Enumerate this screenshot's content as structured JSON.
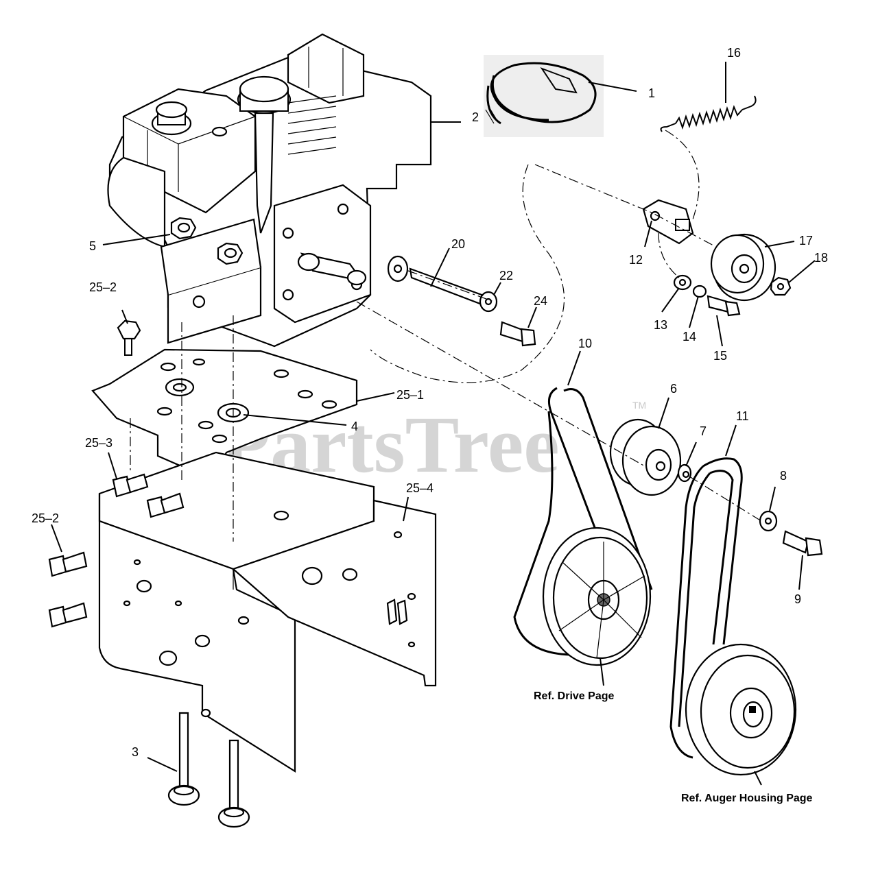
{
  "watermark": {
    "text": "PartsTree",
    "trademark": "TM"
  },
  "callouts": [
    {
      "id": "1",
      "label": "1"
    },
    {
      "id": "2",
      "label": "2"
    },
    {
      "id": "3",
      "label": "3"
    },
    {
      "id": "4",
      "label": "4"
    },
    {
      "id": "5",
      "label": "5"
    },
    {
      "id": "6",
      "label": "6"
    },
    {
      "id": "7",
      "label": "7"
    },
    {
      "id": "8",
      "label": "8"
    },
    {
      "id": "9",
      "label": "9"
    },
    {
      "id": "10",
      "label": "10"
    },
    {
      "id": "11",
      "label": "11"
    },
    {
      "id": "12",
      "label": "12"
    },
    {
      "id": "13",
      "label": "13"
    },
    {
      "id": "14",
      "label": "14"
    },
    {
      "id": "15",
      "label": "15"
    },
    {
      "id": "16",
      "label": "16"
    },
    {
      "id": "17",
      "label": "17"
    },
    {
      "id": "18",
      "label": "18"
    },
    {
      "id": "20",
      "label": "20"
    },
    {
      "id": "22",
      "label": "22"
    },
    {
      "id": "24",
      "label": "24"
    },
    {
      "id": "25-1",
      "label": "25–1"
    },
    {
      "id": "25-2a",
      "label": "25–2"
    },
    {
      "id": "25-2b",
      "label": "25–2"
    },
    {
      "id": "25-3",
      "label": "25–3"
    },
    {
      "id": "25-4",
      "label": "25–4"
    }
  ],
  "ref_notes": {
    "drive": "Ref. Drive Page",
    "auger": "Ref. Auger Housing Page"
  }
}
